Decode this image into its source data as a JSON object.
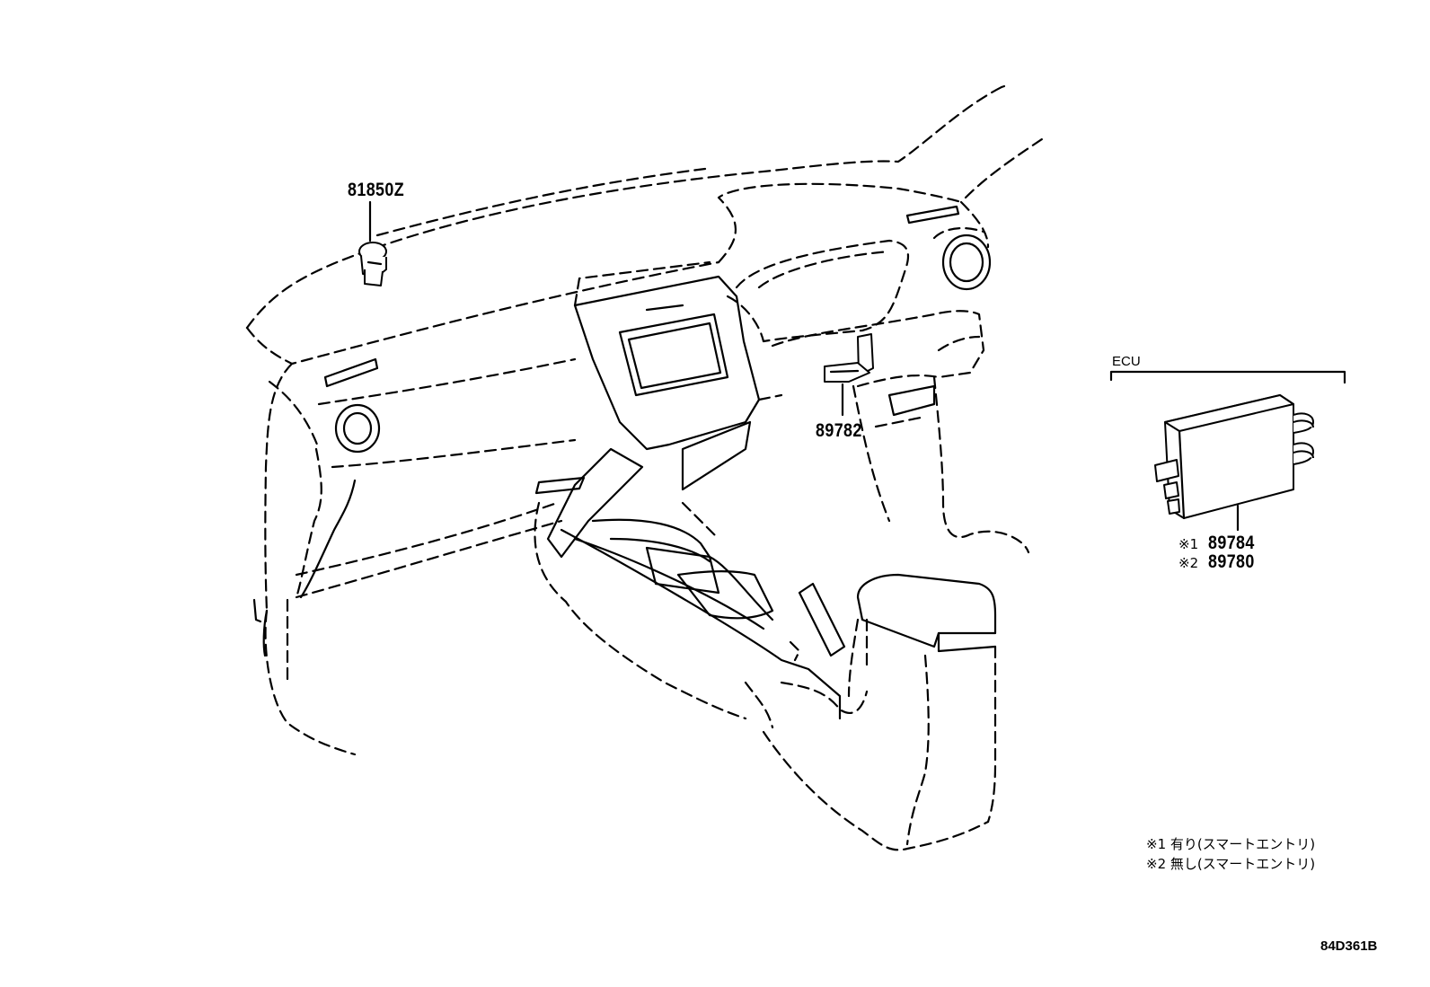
{
  "callouts": {
    "clip": "81850Z",
    "sensor": "89782",
    "ecu_title": "ECU",
    "ecu_variant_1_mark": "※1",
    "ecu_variant_1_part": "89784",
    "ecu_variant_2_mark": "※2",
    "ecu_variant_2_part": "89780"
  },
  "notes": {
    "note_1": "※1 有り(スマートエントリ)",
    "note_2": "※2 無し(スマートエントリ)"
  },
  "diagram_id": "84D361B",
  "colors": {
    "line": "#000000",
    "background": "#ffffff"
  }
}
